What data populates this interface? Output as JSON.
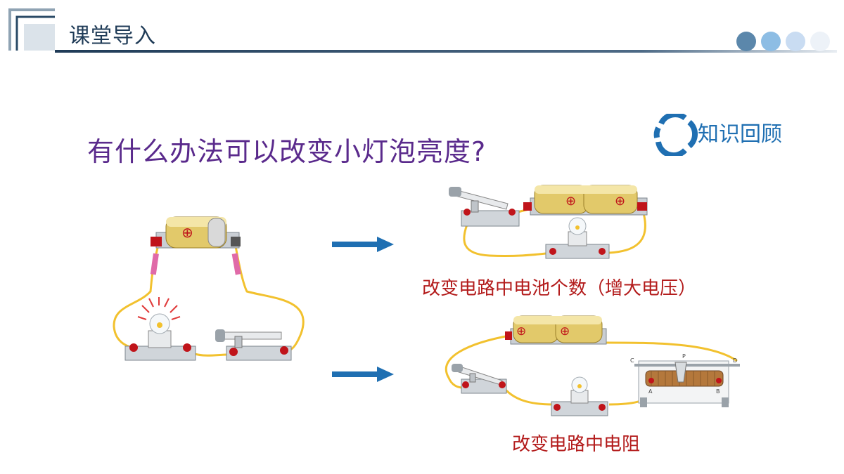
{
  "header": {
    "title": "课堂导入"
  },
  "question": "有什么办法可以改变小灯泡亮度?",
  "review": {
    "label": "知识回顾",
    "icon": "ring-icon"
  },
  "captions": {
    "battery_count": "改变电路中电池个数（增大电压）",
    "resistance": "改变电路中电阻"
  },
  "symbols": {
    "plus": "⊕"
  },
  "rheostat_labels": {
    "c": "C",
    "d": "D",
    "p": "P",
    "a": "A",
    "b": "B"
  },
  "colors": {
    "title": "#1f3b57",
    "question": "#5a2a8c",
    "review": "#1f6fb2",
    "caption": "#b31b1b",
    "arrow": "#1f6fb2",
    "wire": "#f2c12e"
  }
}
